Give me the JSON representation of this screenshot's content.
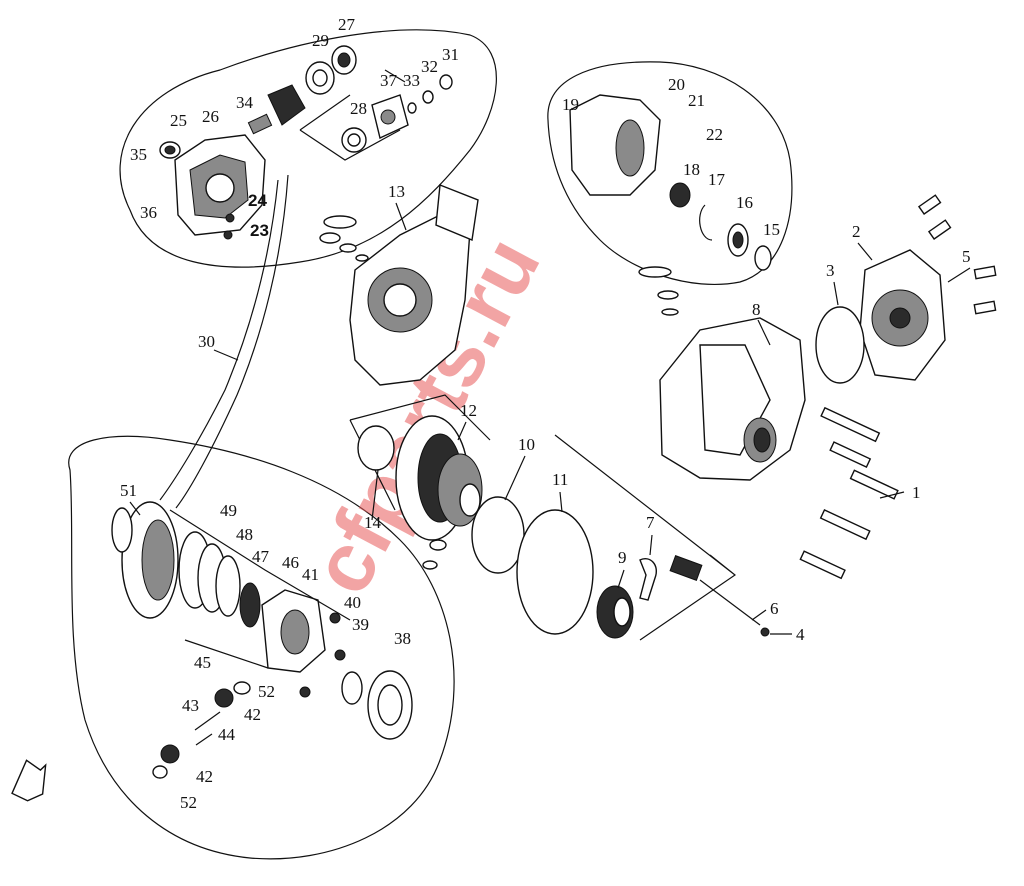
{
  "watermark": "cfparts.ru",
  "callouts": {
    "c1": "1",
    "c2": "2",
    "c3": "3",
    "c4": "4",
    "c5": "5",
    "c6": "6",
    "c7": "7",
    "c8": "8",
    "c9": "9",
    "c10": "10",
    "c11": "11",
    "c12": "12",
    "c13": "13",
    "c14": "14",
    "c15": "15",
    "c16": "16",
    "c17": "17",
    "c18": "18",
    "c19": "19",
    "c20": "20",
    "c21": "21",
    "c22": "22",
    "c23": "23",
    "c24": "24",
    "c25": "25",
    "c26": "26",
    "c27": "27",
    "c28": "28",
    "c29": "29",
    "c30": "30",
    "c31": "31",
    "c32": "32",
    "c33": "33",
    "c34": "34",
    "c35": "35",
    "c36": "36",
    "c37": "37",
    "c38": "38",
    "c39": "39",
    "c40": "40",
    "c41": "41",
    "c42a": "42",
    "c42b": "42",
    "c43": "43",
    "c44": "44",
    "c45": "45",
    "c46": "46",
    "c47": "47",
    "c48": "48",
    "c49": "49",
    "c51": "51",
    "c52a": "52",
    "c52b": "52"
  },
  "fwd_icon": "front-direction-arrow-icon"
}
